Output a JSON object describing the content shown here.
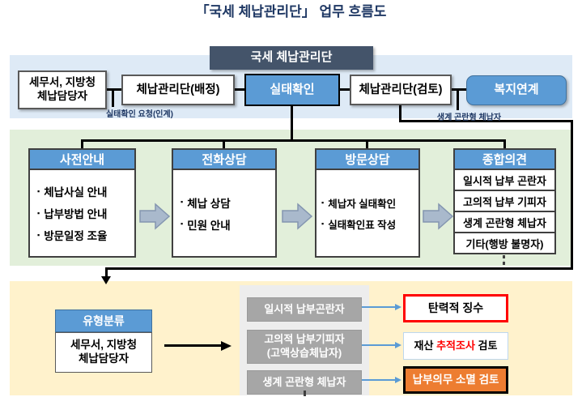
{
  "title": "「국세 체납관리단」 업무 흐름도",
  "bullet_char": "▪",
  "top": {
    "header": "국세 체납관리단",
    "nodes": {
      "tax_office": "세무서, 지방청\n체납담당자",
      "assign": "체납관리단(배정)",
      "status_check": "실태확인",
      "review": "체납관리단(검토)",
      "welfare": "복지연계"
    },
    "labels": {
      "request": "실태확인 요청(인계)",
      "hardship": "생계 곤란형 체납자"
    }
  },
  "process": {
    "columns": [
      {
        "header": "사전안내",
        "items": [
          "체납사실 안내",
          "납부방법 안내",
          "방문일정 조율"
        ]
      },
      {
        "header": "전화상담",
        "items": [
          "체납 상담",
          "민원 안내"
        ]
      },
      {
        "header": "방문상담",
        "items": [
          "체납자 실태확인",
          "실태확인표 작성"
        ]
      },
      {
        "header": "종합의견",
        "items": [
          "일시적 납부 곤란자",
          "고의적 납부 기피자",
          "생계 곤란형 체납자",
          "기타(행방 불명자)"
        ]
      }
    ]
  },
  "bottom": {
    "classify_header": "유형분류",
    "classify_body": "세무서, 지방청\n체납담당자",
    "types": [
      "일시적 납부곤란자",
      "고의적 납부기피자\n(고액상습체납자)",
      "생계 곤란형 체납자"
    ],
    "action_elastic": "탄력적 징수",
    "action_trace_pre": "재산 ",
    "action_trace_red": "추적조사",
    "action_trace_post": " 검토",
    "action_extinguish": "납부의무 소멸 검토"
  },
  "colors": {
    "accent_blue": "#5B9BD5",
    "header_navy": "#44546A",
    "panel_blue": "#DEEAF6",
    "panel_green": "#E2EFDA",
    "panel_yellow": "#FFF2CC",
    "gray_type_box": "#A6A6A6",
    "orange": "#ED7D31",
    "alert_red": "#FF0000"
  }
}
